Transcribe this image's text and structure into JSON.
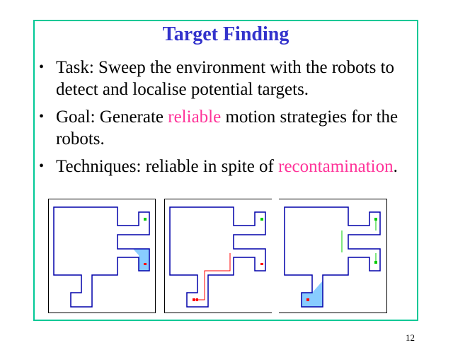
{
  "slide": {
    "title": "Target Finding",
    "page_number": "12",
    "bullets": [
      {
        "label": "Task:",
        "text": " Sweep the environment with the robots to detect and localise potential targets."
      },
      {
        "label": "Goal:",
        "text_before": " Generate ",
        "highlight": "reliable",
        "text_after": " motion strategies for the robots."
      },
      {
        "label": "Techniques:",
        "text_before": " reliable in spite of ",
        "highlight": "recontamination",
        "text_after": "."
      }
    ],
    "colors": {
      "title": "#3333cc",
      "highlight": "#ff3399",
      "frame": "#00c896",
      "wall": "#0000aa",
      "contaminated": "#88ccff",
      "pursuer": "#00cc00",
      "target": "#ff0000"
    },
    "diagram_panels": [
      "sweep-step-1",
      "sweep-step-2",
      "sweep-step-3"
    ]
  }
}
